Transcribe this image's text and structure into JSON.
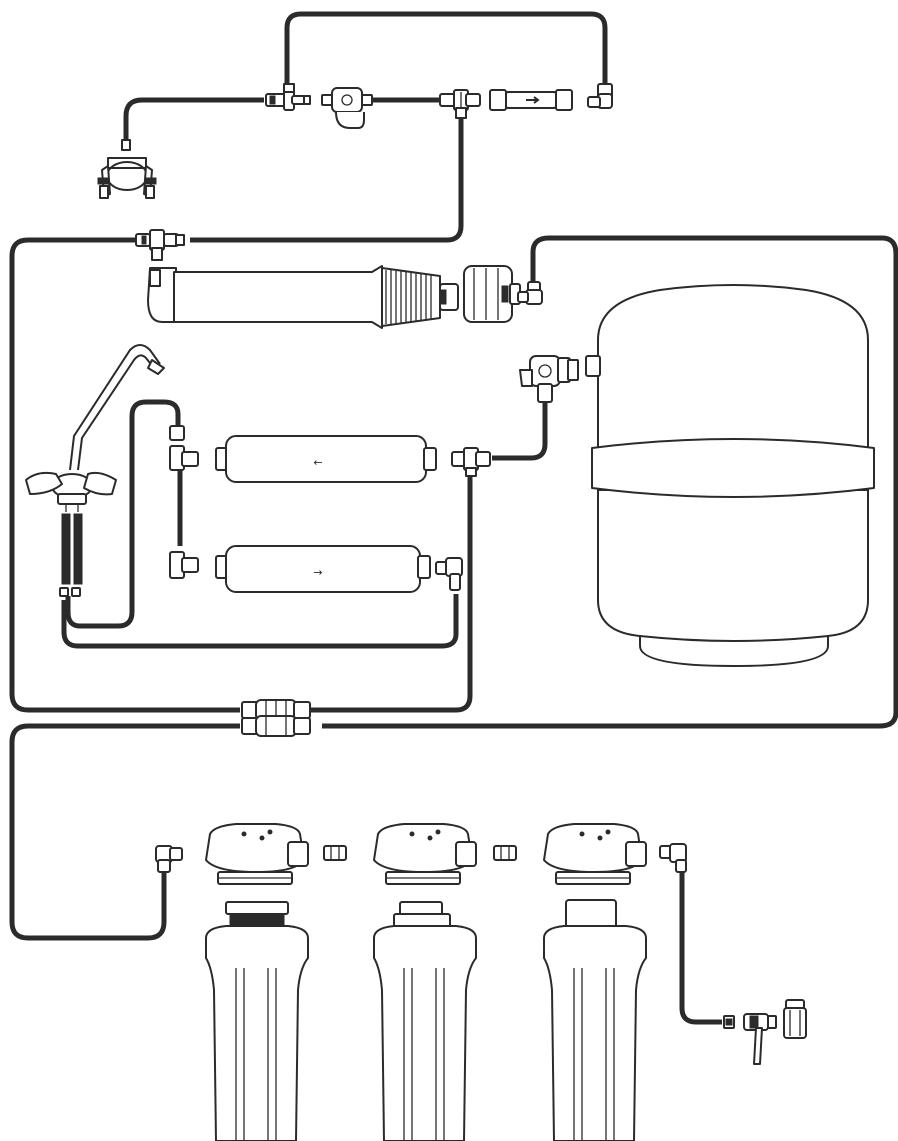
{
  "diagram": {
    "kind": "reverse-osmosis-installation-exploded-view",
    "line_color": "#2b2b2b",
    "background": "#ffffff",
    "flow_arrow_glyph_left": "←",
    "flow_arrow_glyph_right": "→",
    "components": [
      "feed-pipe-clamp",
      "drain-saddle-clamp",
      "flow-restrictor",
      "auto-shutoff-valve",
      "membrane-housing",
      "storage-tank",
      "tank-ball-valve",
      "post-carbon-filter",
      "remineralization-filter",
      "dual-lever-faucet",
      "prefilter-housing-1",
      "prefilter-housing-2",
      "prefilter-housing-3",
      "feed-valve"
    ]
  }
}
